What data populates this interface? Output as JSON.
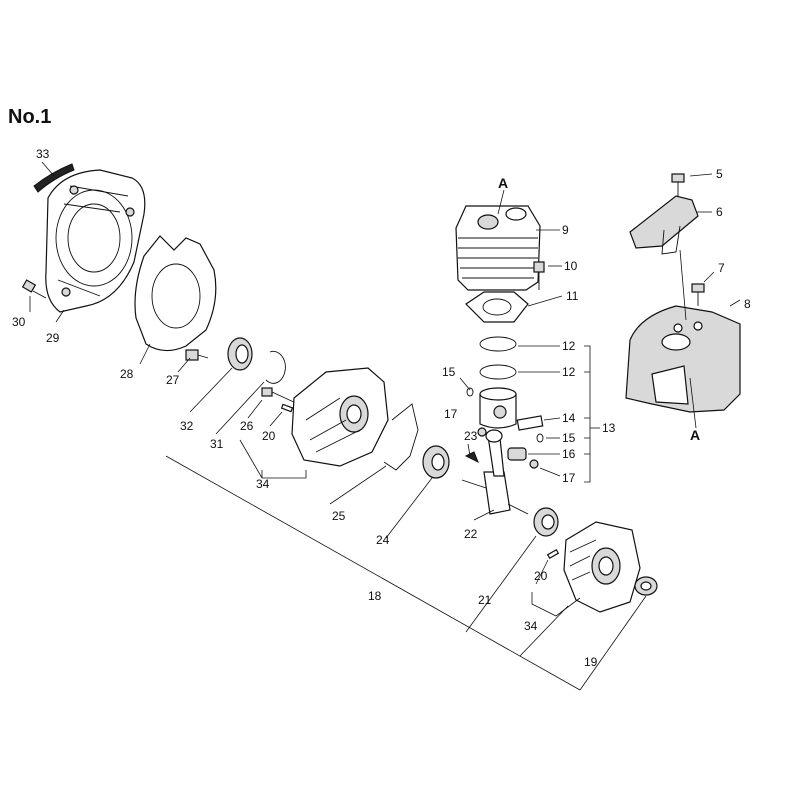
{
  "diagram_title": "No.1",
  "reference_marks": [
    "A",
    "A"
  ],
  "callouts": {
    "c33": "33",
    "c30": "30",
    "c29": "29",
    "c28": "28",
    "c27": "27",
    "c32": "32",
    "c31": "31",
    "c26": "26",
    "c20a": "20",
    "c34a": "34",
    "c25": "25",
    "c24": "24",
    "c18": "18",
    "c23": "23",
    "c22": "22",
    "c21": "21",
    "c20b": "20",
    "c34b": "34",
    "c19": "19",
    "c5": "5",
    "c6": "6",
    "c7": "7",
    "c8": "8",
    "c9": "9",
    "c10": "10",
    "c11": "11",
    "c12a": "12",
    "c12b": "12",
    "c15a": "15",
    "c15b": "15",
    "c17a": "17",
    "c17b": "17",
    "c14": "14",
    "c16": "16",
    "c13": "13"
  }
}
